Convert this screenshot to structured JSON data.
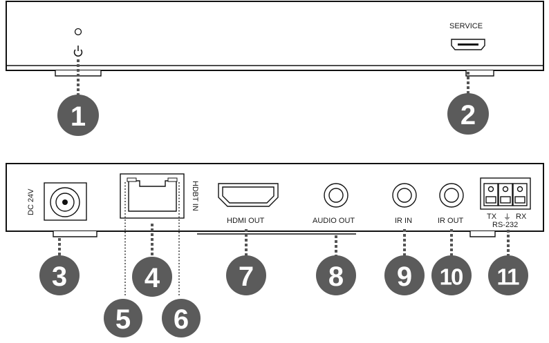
{
  "front_panel": {
    "service_label": "SERVICE"
  },
  "rear_panel": {
    "dc_label": "DC 24V",
    "hdbt_label": "HDBT IN",
    "hdmi_label": "HDMI OUT",
    "audio_label": "AUDIO OUT",
    "ir_in_label": "IR IN",
    "ir_out_label": "IR OUT",
    "tx_label": "TX",
    "ground_symbol": "⏚",
    "rx_label": "RX",
    "rs232_label": "RS-232"
  },
  "callouts": [
    "1",
    "2",
    "3",
    "4",
    "5",
    "6",
    "7",
    "8",
    "9",
    "10",
    "11"
  ],
  "colors": {
    "callout_fill": "#5b5b5b",
    "leader": "#555555",
    "outline": "#111111"
  },
  "icons": [
    "power-led-icon",
    "power-button-icon",
    "mini-usb-port-icon",
    "dc-jack-icon",
    "rj45-port-icon",
    "hdmi-port-icon",
    "audio-jack-icon",
    "ir-jack-icon",
    "terminal-block-icon",
    "ground-icon"
  ]
}
